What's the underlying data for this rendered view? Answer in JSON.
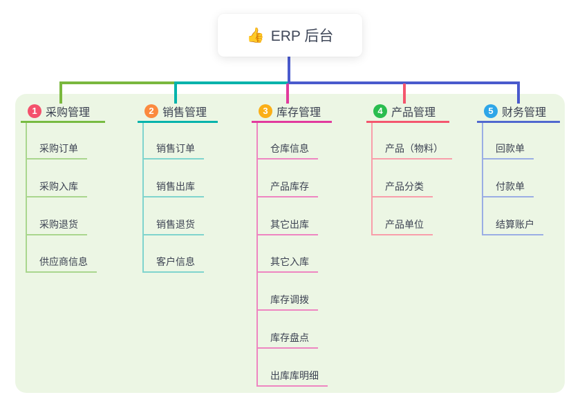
{
  "root": {
    "label": "ERP 后台",
    "icon": "thumbs-up",
    "icon_glyph": "👍"
  },
  "panel": {
    "bg": "#ecf6e4"
  },
  "connector_colors": {
    "root": "#4a5acd",
    "left_outer": "#7ab83e",
    "left_inner": "#00b3ab",
    "right": "#4a5acd",
    "drops": [
      "#7ab83e",
      "#00b3ab",
      "#e13a9d",
      "#f4566e",
      "#4a5acd"
    ]
  },
  "branches": [
    {
      "number": "1",
      "title": "采购管理",
      "badge_color": "#f4516c",
      "line_color": "#77bb41",
      "child_line_color": "#a9d68d",
      "children": [
        "采购订单",
        "采购入库",
        "采购退货",
        "供应商信息"
      ]
    },
    {
      "number": "2",
      "title": "销售管理",
      "badge_color": "#fb8a3f",
      "line_color": "#00b3ab",
      "child_line_color": "#7fd4cd",
      "children": [
        "销售订单",
        "销售出库",
        "销售退货",
        "客户信息"
      ]
    },
    {
      "number": "3",
      "title": "库存管理",
      "badge_color": "#fbaf17",
      "line_color": "#e13a9d",
      "child_line_color": "#ee85c1",
      "children": [
        "仓库信息",
        "产品库存",
        "其它出库",
        "其它入库",
        "库存调拨",
        "库存盘点",
        "出库库明细"
      ]
    },
    {
      "number": "4",
      "title": "产品管理",
      "badge_color": "#2abd4f",
      "line_color": "#f4566e",
      "child_line_color": "#f89daa",
      "children": [
        "产品（物料）",
        "产品分类",
        "产品单位"
      ]
    },
    {
      "number": "5",
      "title": "财务管理",
      "badge_color": "#2ea6e8",
      "line_color": "#5068cf",
      "child_line_color": "#9aade4",
      "children": [
        "回款单",
        "付款单",
        "结算账户"
      ]
    }
  ]
}
